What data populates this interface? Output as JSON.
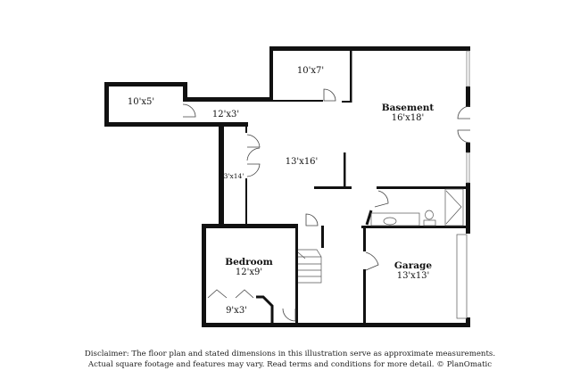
{
  "rooms": {
    "storage_left": {
      "dims": "10'x5'"
    },
    "storage_top": {
      "dims": "10'x7'"
    },
    "hallway": {
      "dims": "12'x3'"
    },
    "basement": {
      "name": "Basement",
      "dims": "16'x18'"
    },
    "closet_left": {
      "dims": "3'x14'"
    },
    "center": {
      "dims": "13'x16'"
    },
    "bedroom": {
      "name": "Bedroom",
      "dims": "12'x9'"
    },
    "bedroom_closet": {
      "dims": "9'x3'"
    },
    "garage": {
      "name": "Garage",
      "dims": "13'x13'"
    }
  },
  "disclaimer": {
    "line1": "Disclaimer: The floor plan and stated dimensions in this illustration serve as approximate measurements.",
    "line2": "Actual square footage and features may vary. Read terms and conditions for more detail. © PlanOmatic"
  },
  "colors": {
    "wall": "#111111",
    "background": "#ffffff"
  }
}
